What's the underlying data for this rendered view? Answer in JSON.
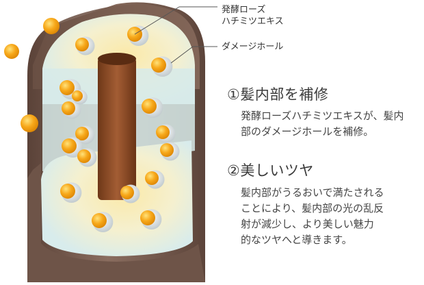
{
  "callouts": {
    "rose_extract": [
      "発酵ローズ",
      "ハチミツエキス"
    ],
    "damage_hole": "ダメージホール"
  },
  "sections": [
    {
      "heading": "①髪内部を補修",
      "lines": [
        "発酵ローズハチミツエキスが、髪内",
        "部のダメージホールを補修。"
      ]
    },
    {
      "heading": "②美しいツヤ",
      "lines": [
        "髪内部がうるおいで満たされる",
        "ことにより、髪内部の光の乱反",
        "射が減少し、より美しい魅力",
        "的なツヤへと導きます。"
      ]
    }
  ],
  "colors": {
    "hair_outer": "#6e5448",
    "hair_top": "#7c6154",
    "cortex_light": "#e6f1f0",
    "medulla": "#8a4a24",
    "particle": "#f4a51a",
    "hole": "#cfd6d8"
  }
}
